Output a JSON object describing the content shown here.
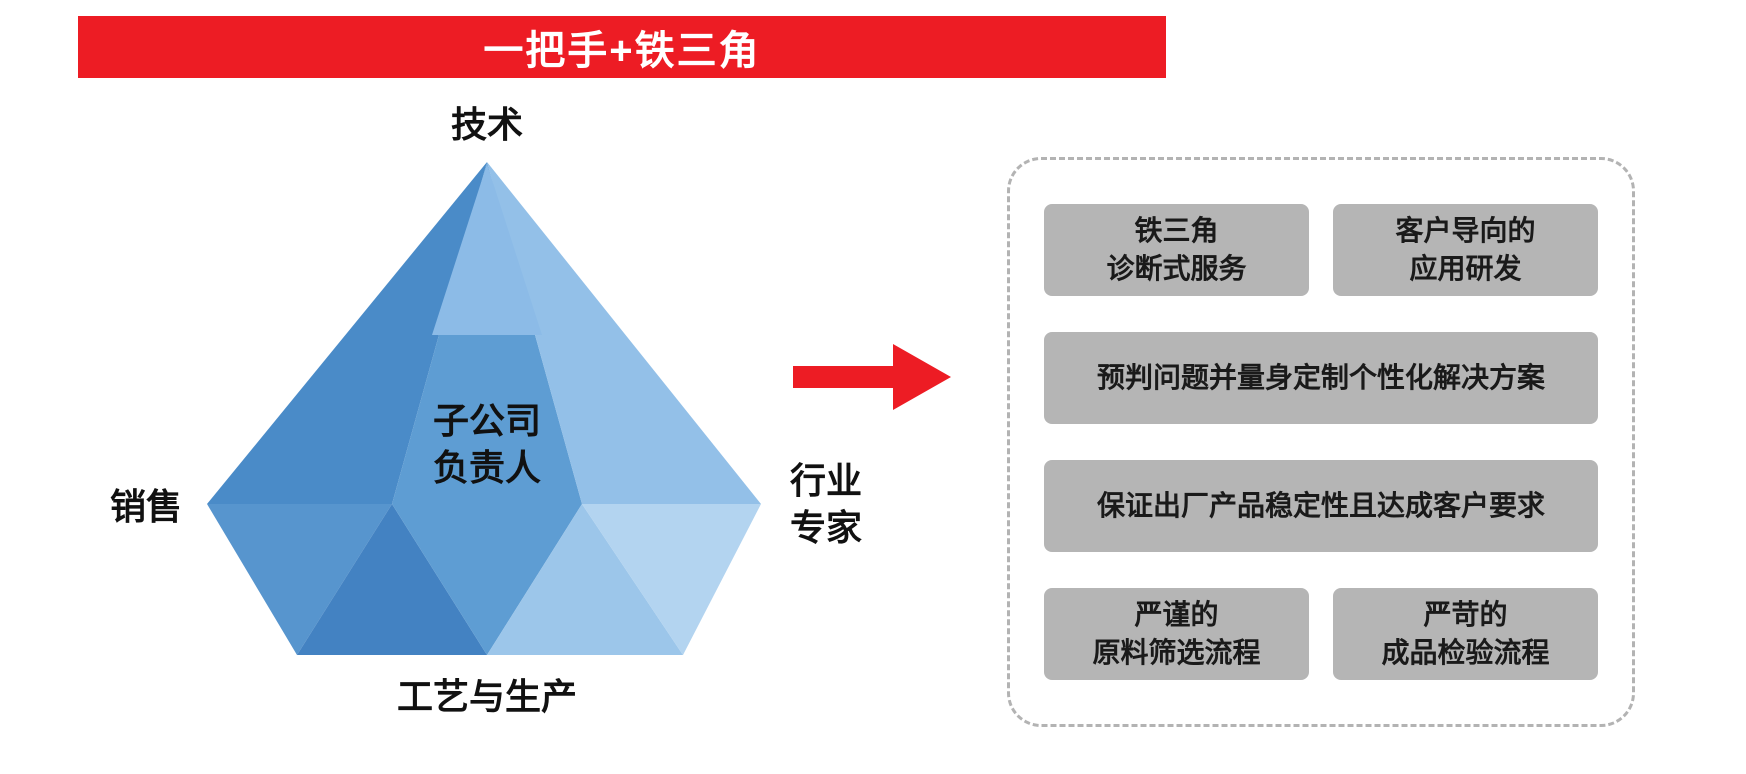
{
  "banner": {
    "title": "一把手+铁三角",
    "bg_color": "#ed1c24",
    "text_color": "#ffffff"
  },
  "diamond": {
    "top_label": "技术",
    "left_label": "销售",
    "right_label": "行业\n专家",
    "center_label": "子公司\n负责人",
    "bottom_label": "工艺与生产",
    "facets": {
      "upper_left": "#4a8bc8",
      "upper_center": "#5e9dd3",
      "table": "#8cbbe7",
      "upper_right": "#93c0e8",
      "lower_1": "#5795ce",
      "lower_2": "#4382c2",
      "lower_3": "#5e9dd3",
      "lower_4": "#9cc6ea",
      "lower_5": "#b3d4f0"
    }
  },
  "arrow": {
    "color": "#ed1c24"
  },
  "panel": {
    "border_color": "#b3b3b3",
    "box_bg": "#b5b5b5",
    "boxes": [
      {
        "label": "铁三角\n诊断式服务"
      },
      {
        "label": "客户导向的\n应用研发"
      },
      {
        "label": "预判问题并量身定制个性化解决方案"
      },
      {
        "label": "保证出厂产品稳定性且达成客户要求"
      },
      {
        "label": "严谨的\n原料筛选流程"
      },
      {
        "label": "严苛的\n成品检验流程"
      }
    ]
  }
}
